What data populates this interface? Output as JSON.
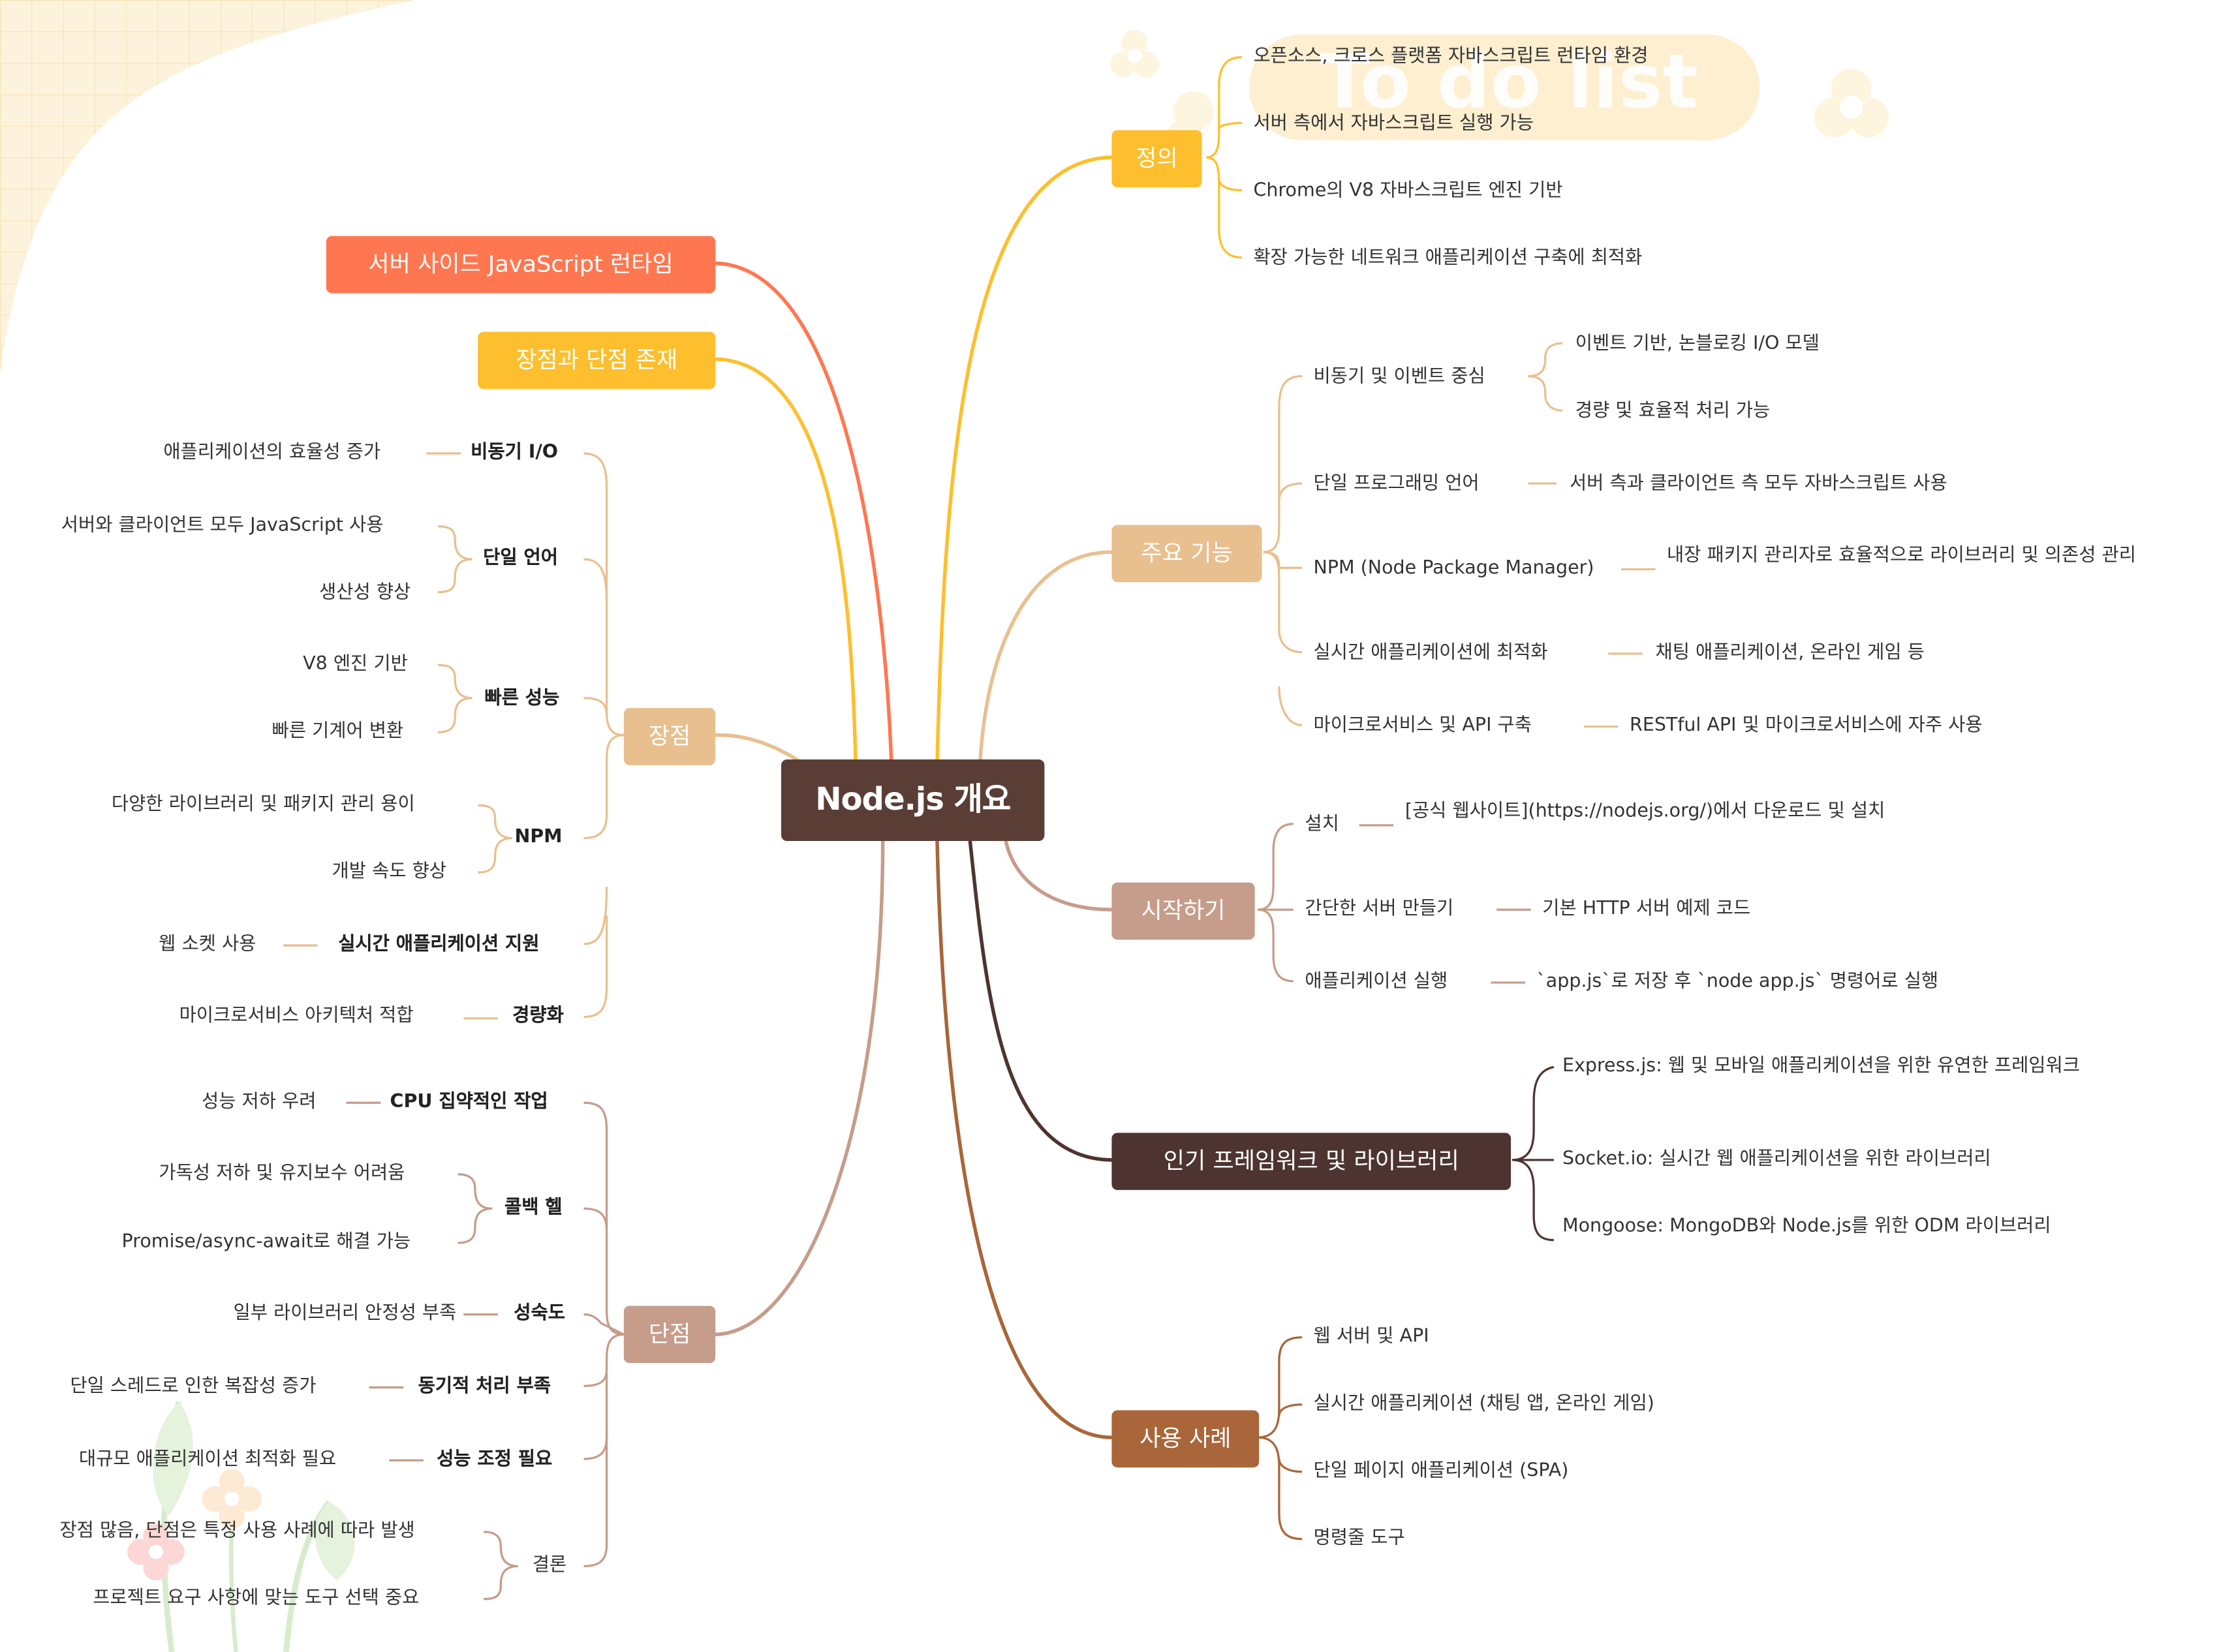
{
  "watermark": "To do list",
  "root": {
    "label": "Node.js 개요"
  },
  "left_topics": [
    {
      "label": "서버 사이드 JavaScript 런타임"
    },
    {
      "label": "장점과 단점 존재"
    }
  ],
  "pros": {
    "label": "장점",
    "items": [
      {
        "label": "비동기 I/O",
        "details": [
          "애플리케이션의 효율성 증가"
        ]
      },
      {
        "label": "단일 언어",
        "details": [
          "서버와 클라이언트 모두 JavaScript 사용",
          "생산성 향상"
        ]
      },
      {
        "label": "빠른 성능",
        "details": [
          "V8 엔진 기반",
          "빠른 기계어 변환"
        ]
      },
      {
        "label": "NPM",
        "details": [
          "다양한 라이브러리 및 패키지 관리 용이",
          "개발 속도 향상"
        ]
      },
      {
        "label": "실시간 애플리케이션 지원",
        "details": [
          "웹 소켓 사용"
        ]
      },
      {
        "label": "경량화",
        "details": [
          "마이크로서비스 아키텍처 적합"
        ]
      }
    ]
  },
  "cons": {
    "label": "단점",
    "items": [
      {
        "label": "CPU 집약적인 작업",
        "details": [
          "성능 저하 우려"
        ]
      },
      {
        "label": "콜백 헬",
        "details": [
          "가독성 저하 및 유지보수 어려움",
          "Promise/async-await로 해결 가능"
        ]
      },
      {
        "label": "성숙도",
        "details": [
          "일부 라이브러리 안정성 부족"
        ]
      },
      {
        "label": "동기적 처리 부족",
        "details": [
          "단일 스레드로 인한 복잡성 증가"
        ]
      },
      {
        "label": "성능 조정 필요",
        "details": [
          "대규모 애플리케이션 최적화 필요"
        ]
      },
      {
        "label": "결론",
        "details": [
          "장점 많음, 단점은 특정 사용 사례에 따라 발생",
          "프로젝트 요구 사항에 맞는 도구 선택 중요"
        ]
      }
    ]
  },
  "definition": {
    "label": "정의",
    "items": [
      "오픈소스, 크로스 플랫폼 자바스크립트 런타임 환경",
      "서버 측에서 자바스크립트 실행 가능",
      "Chrome의 V8 자바스크립트 엔진 기반",
      "확장 가능한 네트워크 애플리케이션 구축에 최적화"
    ]
  },
  "features": {
    "label": "주요 기능",
    "items": [
      {
        "label": "비동기 및 이벤트 중심",
        "details": [
          "이벤트 기반, 논블로킹 I/O 모델",
          "경량 및 효율적 처리 가능"
        ]
      },
      {
        "label": "단일 프로그래밍 언어",
        "details": [
          "서버 측과 클라이언트 측 모두 자바스크립트 사용"
        ]
      },
      {
        "label": "NPM (Node Package Manager)",
        "details": [
          "내장 패키지 관리자로 효율적으로 라이브러리 및 의존성 관리"
        ]
      },
      {
        "label": "실시간 애플리케이션에 최적화",
        "details": [
          "채팅 애플리케이션, 온라인 게임 등"
        ]
      },
      {
        "label": "마이크로서비스 및 API 구축",
        "details": [
          "RESTful API 및 마이크로서비스에 자주 사용"
        ]
      }
    ]
  },
  "getting_started": {
    "label": "시작하기",
    "items": [
      {
        "label": "설치",
        "details": [
          "[공식 웹사이트](https://nodejs.org/)에서 다운로드 및 설치"
        ]
      },
      {
        "label": "간단한 서버 만들기",
        "details": [
          "기본 HTTP 서버 예제 코드"
        ]
      },
      {
        "label": "애플리케이션 실행",
        "details": [
          "`app.js`로 저장 후 `node app.js` 명령어로 실행"
        ]
      }
    ]
  },
  "frameworks": {
    "label": "인기 프레임워크 및 라이브러리",
    "items": [
      "Express.js: 웹 및 모바일 애플리케이션을 위한 유연한 프레임워크",
      "Socket.io: 실시간 웹 애플리케이션을 위한 라이브러리",
      "Mongoose: MongoDB와 Node.js를 위한 ODM 라이브러리"
    ]
  },
  "use_cases": {
    "label": "사용 사례",
    "items": [
      "웹 서버 및 API",
      "실시간 애플리케이션 (채팅 앱, 온라인 게임)",
      "단일 페이지 애플리케이션 (SPA)",
      "명령줄 도구"
    ]
  },
  "colors": {
    "root": "#5a3e36",
    "server_runtime": "#ff7750",
    "pros_cons_exist": "#fdbf2d",
    "definition": "#fdbf2d",
    "features": "#e8c08f",
    "pros": "#e8c08f",
    "getting_started": "#c69c8a",
    "cons": "#c69c8a",
    "frameworks": "#4e3431",
    "use_cases": "#a8663a"
  }
}
